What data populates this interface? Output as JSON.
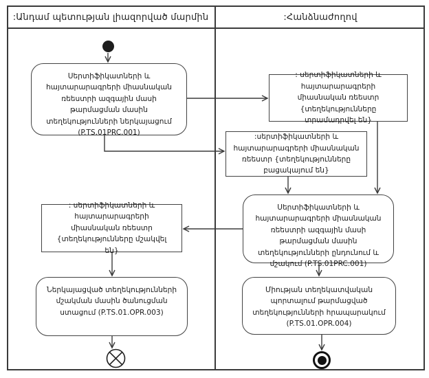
{
  "diagram": {
    "type": "uml-activity-swimlane-diagram",
    "colors": {
      "line": "#3a3a3a",
      "background": "#ffffff",
      "node_fill": "#ffffff",
      "text": "#1c1c1c"
    },
    "lanes": [
      {
        "id": "member-state",
        "title": ":Անդամ պետության լիազորված մարմին"
      },
      {
        "id": "commission",
        "title": ":Հանձնաժողով"
      }
    ],
    "nodes": {
      "start": {
        "kind": "initial-node"
      },
      "submit_action": {
        "kind": "action",
        "lane": "member-state",
        "label": "Սերտիֆիկատների և հայտարարագրերի միասնական ռեեստրի ազգային մասի թարմացման մասին տեղեկությունների ներկայացում (P.TS.01PRC.001)"
      },
      "registry_provided": {
        "kind": "object",
        "lane": "commission",
        "label": ": սերտիֆիկատների և հայտարարագրերի միասնական ռեեստր {տեղեկությունները տրամադրվել են}"
      },
      "registry_missing": {
        "kind": "object",
        "lane": "commission",
        "label": ":սերտիֆիկատների և հայտարարագրերի միասնական ռեեստր {տեղեկությունները բացակայում են}"
      },
      "receive_process_action": {
        "kind": "action",
        "lane": "commission",
        "label": "Սերտիֆիկատների և հայտարարագրերի միասնական ռեեստրի ազգային մասի թարմացման մասին տեղեկությունների ընդունում և մշակում (P.TS.01PRC.001)"
      },
      "registry_processed": {
        "kind": "object",
        "lane": "member-state",
        "label": ": սերտիֆիկատների և հայտարարագրերի միասնական ռեեստր {տեղեկությունները մշակվել են}"
      },
      "receive_notification_action": {
        "kind": "action",
        "lane": "member-state",
        "label": "Ներկայացված տեղեկությունների մշակման մասին ծանուցման ստացում (P.TS.01.OPR.003)"
      },
      "publish_action": {
        "kind": "action",
        "lane": "commission",
        "label": "Միության տեղեկատվական պորտալում թարմացված տեղեկությունների հրապարակում (P.TS.01.OPR.004)"
      },
      "flow_final": {
        "kind": "flow-final-node"
      },
      "activity_final": {
        "kind": "activity-final-node"
      }
    },
    "edges": [
      {
        "from": "start",
        "to": "submit_action"
      },
      {
        "from": "submit_action",
        "to": "registry_provided"
      },
      {
        "from": "submit_action",
        "to": "registry_missing"
      },
      {
        "from": "registry_provided",
        "to": "receive_process_action"
      },
      {
        "from": "registry_missing",
        "to": "receive_process_action"
      },
      {
        "from": "receive_process_action",
        "to": "registry_processed"
      },
      {
        "from": "registry_processed",
        "to": "receive_notification_action"
      },
      {
        "from": "receive_notification_action",
        "to": "flow_final"
      },
      {
        "from": "receive_process_action",
        "to": "publish_action"
      },
      {
        "from": "publish_action",
        "to": "activity_final"
      }
    ]
  }
}
